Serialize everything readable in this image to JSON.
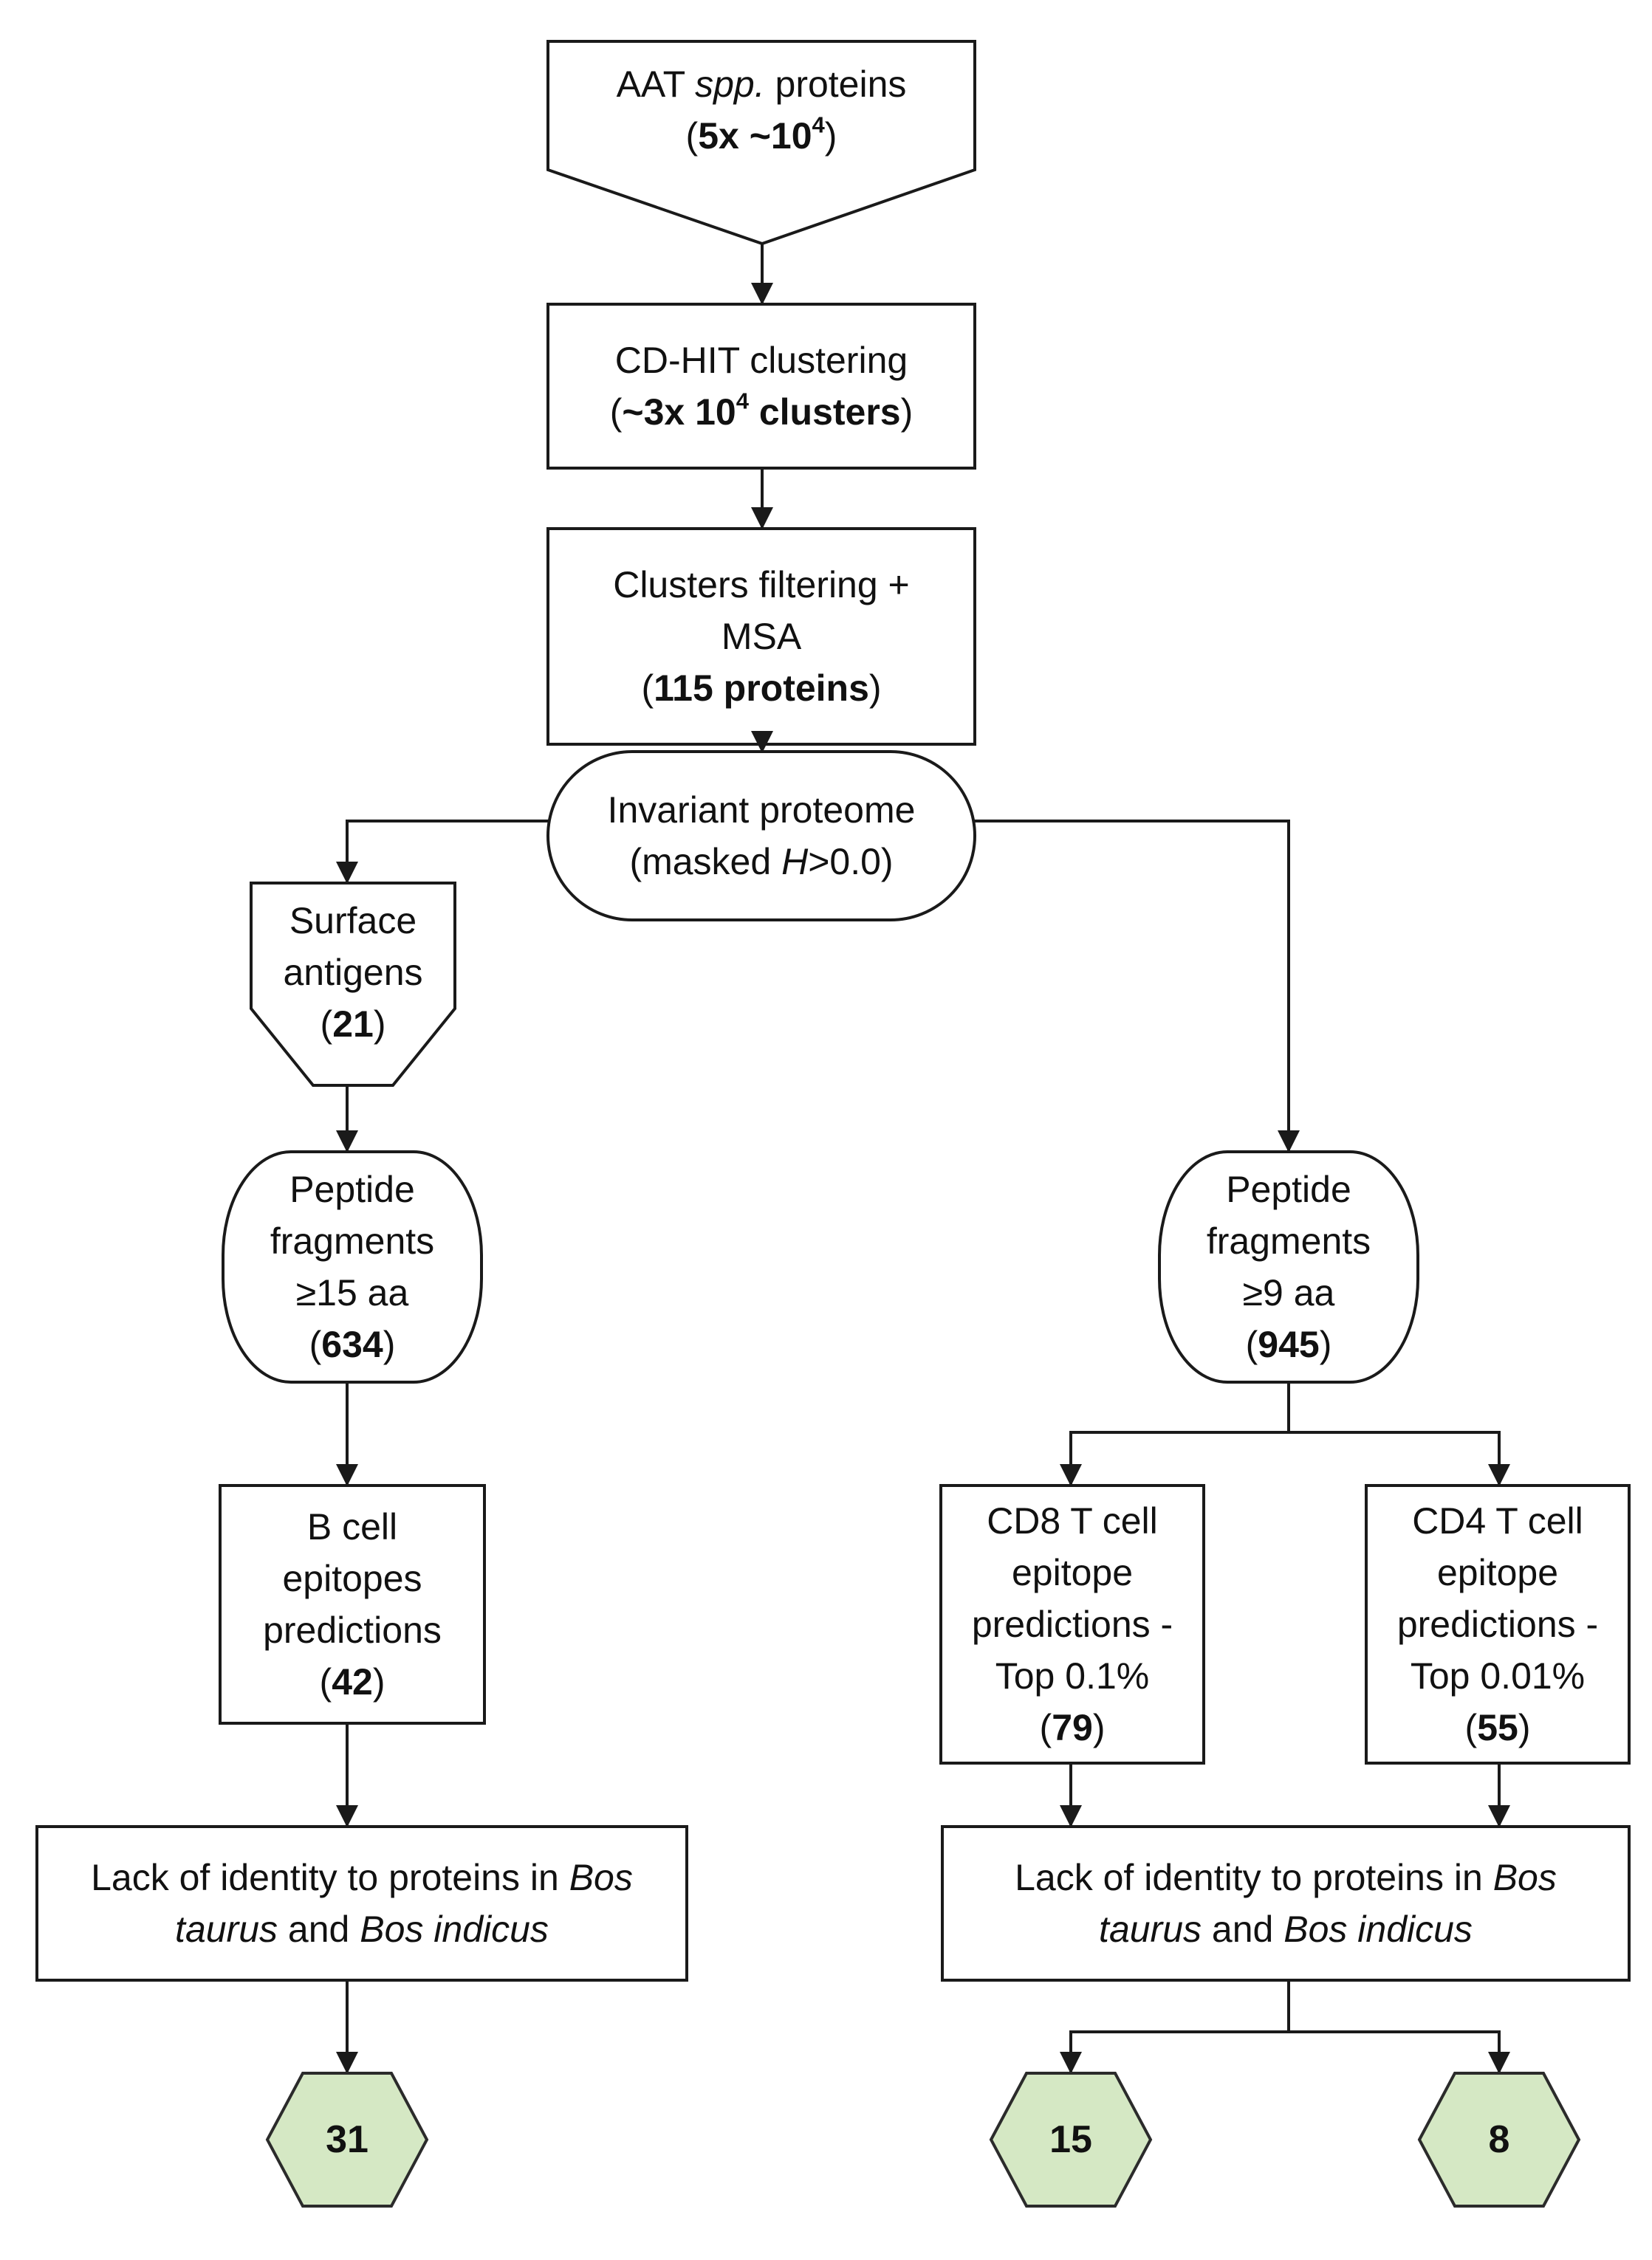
{
  "nodes": {
    "aat": {
      "name_pre": "AAT ",
      "name_italic": "spp.",
      "name_post": " proteins",
      "count_open": "(",
      "count_base": "5x ~10",
      "count_exp": "4",
      "count_close": ")"
    },
    "cdhit": {
      "line1": "CD-HIT clustering",
      "count_open": "(",
      "count_base": "~3x 10",
      "count_exp": "4",
      "count_unit": " clusters",
      "count_close": ")"
    },
    "filtering": {
      "line1": "Clusters filtering +",
      "line2": "MSA",
      "count_open": "(",
      "count": "115 proteins",
      "count_close": ")"
    },
    "invariant": {
      "line1": "Invariant proteome",
      "line2_pre": "(masked ",
      "line2_italic": "H",
      "line2_post": ">0.0)"
    },
    "surface": {
      "line1": "Surface",
      "line2": "antigens",
      "count_open": "(",
      "count": "21",
      "count_close": ")"
    },
    "peptide_b": {
      "line1": "Peptide",
      "line2": "fragments",
      "line3": "≥15 aa",
      "count_open": "(",
      "count": "634",
      "count_close": ")"
    },
    "peptide_t": {
      "line1": "Peptide",
      "line2": "fragments",
      "line3": "≥9 aa",
      "count_open": "(",
      "count": "945",
      "count_close": ")"
    },
    "bcell": {
      "line1": "B cell",
      "line2": "epitopes",
      "line3": "predictions",
      "count_open": "(",
      "count": "42",
      "count_close": ")"
    },
    "cd8": {
      "line1": "CD8 T cell",
      "line2": "epitope",
      "line3": "predictions -",
      "line4": "Top 0.1%",
      "count_open": "(",
      "count": "79",
      "count_close": ")"
    },
    "cd4": {
      "line1": "CD4 T cell",
      "line2": "epitope",
      "line3": "predictions -",
      "line4": "Top 0.01%",
      "count_open": "(",
      "count": "55",
      "count_close": ")"
    },
    "identity_left": {
      "line1_pre": "Lack of identity to proteins in ",
      "line1_italic": "Bos",
      "line2_italic1": "taurus",
      "line2_mid": " and ",
      "line2_italic2": "Bos indicus"
    },
    "identity_right": {
      "line1_pre": "Lack of identity to proteins in ",
      "line1_italic": "Bos",
      "line2_italic1": "taurus",
      "line2_mid": " and ",
      "line2_italic2": "Bos indicus"
    }
  },
  "results": {
    "b_cell": "31",
    "cd8": "15",
    "cd4": "8"
  },
  "colors": {
    "stroke": "#1a1a1a",
    "result_fill": "#d5e8c4",
    "result_stroke": "#2b2b2b",
    "background": "#ffffff"
  }
}
